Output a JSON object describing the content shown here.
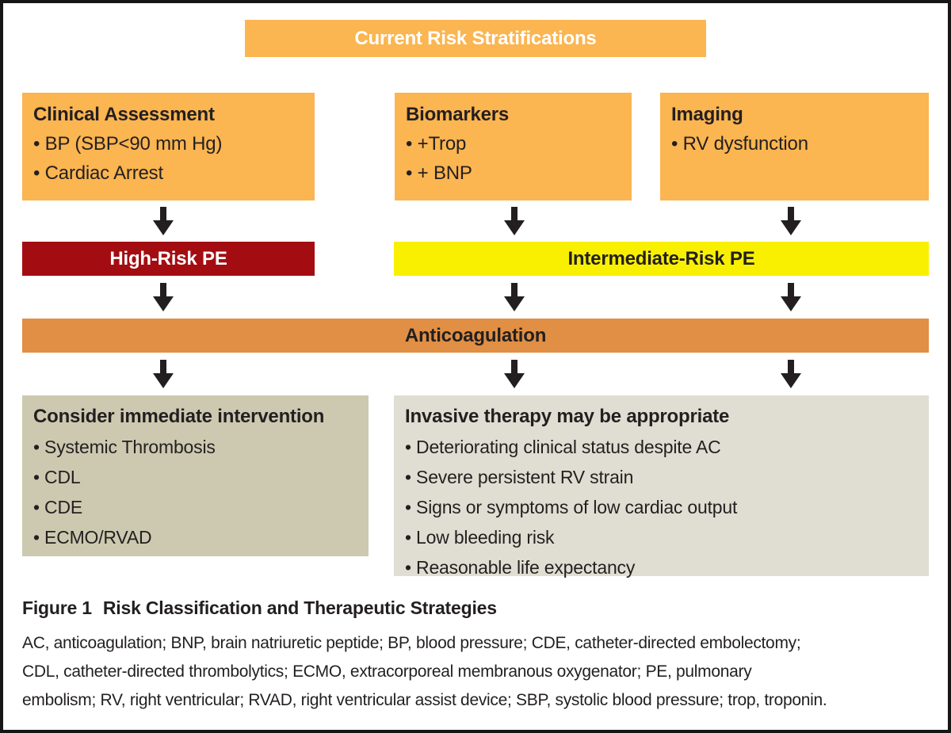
{
  "colors": {
    "box_orange": "#FBB551",
    "anticoagulation_orange": "#E08F44",
    "high_risk_red": "#A30D12",
    "intermediate_yellow": "#F9F000",
    "consider_box_khaki": "#CCC9B0",
    "invasive_box_tan": "#E0DED2",
    "ink": "#231F20",
    "frame_border": "#161616"
  },
  "diagram": {
    "header": "Current Risk Stratifications",
    "top_boxes": [
      {
        "title": "Clinical Assessment",
        "bullets": [
          "BP (SBP<90 mm Hg)",
          "Cardiac Arrest"
        ]
      },
      {
        "title": "Biomarkers",
        "bullets": [
          "+Trop",
          "+ BNP"
        ]
      },
      {
        "title": "Imaging",
        "bullets": [
          "RV dysfunction"
        ]
      }
    ],
    "risk_bars": {
      "high": "High-Risk PE",
      "intermediate": "Intermediate-Risk PE"
    },
    "anticoagulation": "Anticoagulation",
    "outcome_boxes": [
      {
        "title": "Consider immediate intervention",
        "bullets": [
          "Systemic Thrombosis",
          "CDL",
          "CDE",
          "ECMO/RVAD"
        ]
      },
      {
        "title": "Invasive therapy may be appropriate",
        "bullets": [
          "Deteriorating clinical status despite AC",
          "Severe persistent RV strain",
          "Signs or symptoms of low cardiac output",
          "Low bleeding risk",
          "Reasonable life expectancy"
        ]
      }
    ]
  },
  "caption": {
    "label": "Figure 1",
    "title": "Risk Classification and Therapeutic Strategies",
    "lines": [
      "AC, anticoagulation; BNP, brain natriuretic peptide; BP, blood pressure; CDE, catheter-directed embolectomy;",
      "CDL, catheter-directed thrombolytics; ECMO, extracorporeal membranous oxygenator; PE, pulmonary",
      "embolism; RV, right ventricular; RVAD, right ventricular assist device; SBP, systolic blood pressure; trop, troponin."
    ]
  }
}
